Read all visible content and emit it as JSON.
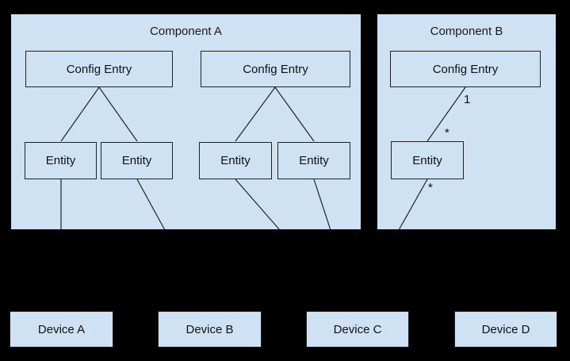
{
  "colors": {
    "background": "#000000",
    "node_fill": "#cfe2f3",
    "node_border": "#222222",
    "connector": "#222222",
    "text": "#111111"
  },
  "component_a": {
    "title": "Component A",
    "config_entries": [
      {
        "label": "Config Entry"
      },
      {
        "label": "Config Entry"
      }
    ],
    "entities": [
      {
        "label": "Entity"
      },
      {
        "label": "Entity"
      },
      {
        "label": "Entity"
      },
      {
        "label": "Entity"
      }
    ]
  },
  "component_b": {
    "title": "Component B",
    "config_entries": [
      {
        "label": "Config Entry"
      }
    ],
    "entities": [
      {
        "label": "Entity"
      }
    ],
    "multiplicity": {
      "one": "1",
      "many_upper": "*",
      "many_lower": "*"
    }
  },
  "devices": [
    {
      "label": "Device A"
    },
    {
      "label": "Device B"
    },
    {
      "label": "Device C"
    },
    {
      "label": "Device D"
    }
  ]
}
